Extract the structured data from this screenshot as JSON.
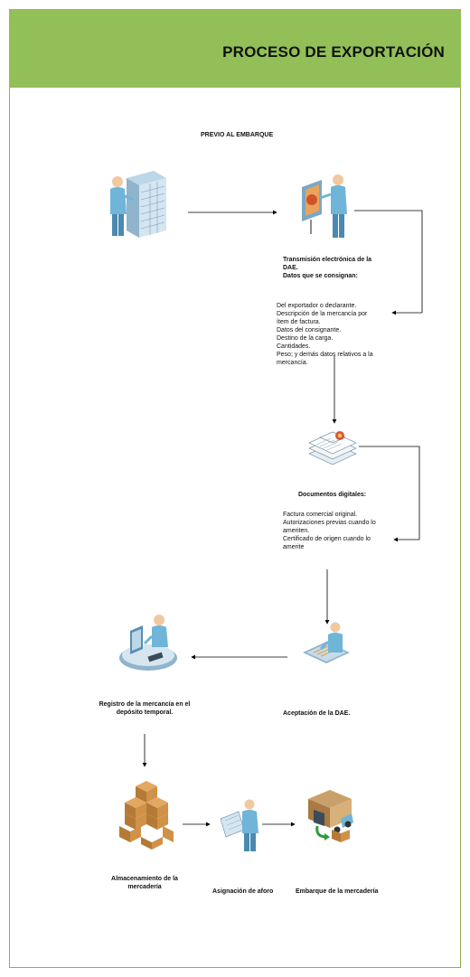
{
  "header": {
    "title": "PROCESO DE EXPORTACIÓN"
  },
  "stage_label": "PREVIO AL EMBARQUE",
  "transmision": {
    "title_line1": "Transmisión electrónica de la",
    "title_line2": "DAE.",
    "subtitle": "Datos que se consignan:",
    "items": [
      "Del exportador o declarante.",
      "Descripción de la mercancía por",
      "ítem de factura.",
      "Datos del consignante.",
      "Destino de la carga.",
      "Cantidades.",
      "Peso; y demás datos relativos a la",
      "mercancía."
    ]
  },
  "documentos": {
    "title": "Documentos digitales:",
    "items": [
      "Factura comercial original.",
      "Autorizaciones previas cuando lo",
      "ameriten.",
      "Certificado de origen cuando lo",
      "amerite"
    ]
  },
  "aceptacion": {
    "label": "Aceptación de la DAE."
  },
  "registro": {
    "line1": "Registro de la mercancía en el",
    "line2": "depósito temporal."
  },
  "almacenamiento": {
    "line1": "Almacenamiento de la",
    "line2": "mercadería"
  },
  "aforo": {
    "label": "Asignación de aforo"
  },
  "embarque": {
    "label": "Embarque de la mercadería"
  },
  "colors": {
    "header_green": "#92bf57",
    "frame_green": "#8db346",
    "figure_blue": "#6fb5d8",
    "box_orange": "#c98a3c"
  },
  "icons": [
    "server-operator-icon",
    "presentation-operator-icon",
    "documents-stack-icon",
    "tablet-operator-icon",
    "desk-operator-icon",
    "boxes-stack-icon",
    "clipboard-operator-icon",
    "delivery-truck-icon"
  ]
}
